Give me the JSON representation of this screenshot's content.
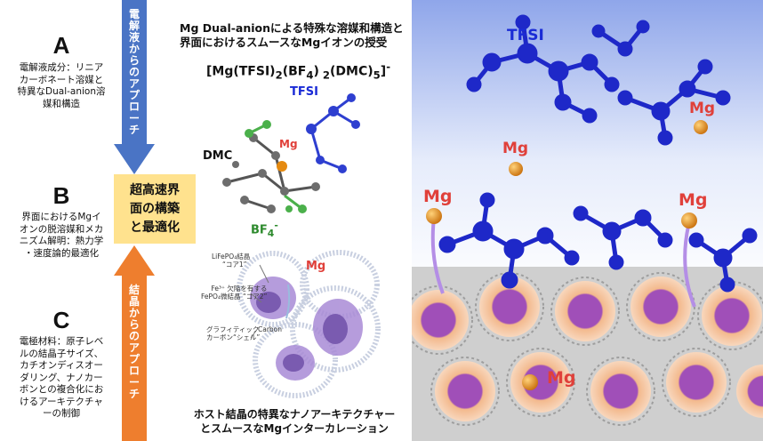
{
  "left": {
    "a": {
      "letter": "A",
      "lines": [
        "電解液成分：リニア",
        "カーボネート溶媒と",
        "特異なDual-anion溶",
        "媒和構造"
      ]
    },
    "b": {
      "letter": "B",
      "lines": [
        "界面におけるMgイ",
        "オンの脱溶媒和メカ",
        "ニズム解明：熱力学",
        "・速度論的最適化"
      ]
    },
    "c": {
      "letter": "C",
      "lines": [
        "電極材料：原子レベ",
        "ルの結晶子サイズ、",
        "カチオンディスオー",
        "ダリング、ナノカー",
        "ボンとの複合化にお",
        "けるアーキテクチャ",
        "ーの制御"
      ]
    }
  },
  "arrows": {
    "top": {
      "text": "電解液からのアプローチ",
      "color": "#4a74c5"
    },
    "bottom": {
      "text": "結晶からのアプローチ",
      "color": "#ee7e2e"
    }
  },
  "center_box": {
    "lines": [
      "超高速界",
      "面の構築",
      "と最適化"
    ],
    "color": "#ffe28e"
  },
  "top_title": {
    "line1": "Mg Dual-anionによる特殊な溶媒和構造と",
    "line2": "界面におけるスムースなMgイオンの授受"
  },
  "formula": {
    "p1": "[Mg(TFSI)",
    "s1": "2",
    "p2": "(BF",
    "s2": "4",
    "p3": ")",
    "s3": " 2",
    "p4": "(DMC)",
    "s4": "5",
    "p5": "]",
    "sup": "-"
  },
  "molecule": {
    "tfsi": "TFSI",
    "mg": "Mg",
    "dmc": "DMC",
    "bf4": "BF",
    "bf4_sub": "4",
    "bf4_sup": "-"
  },
  "crystal_labels": {
    "lfp1": "LiFePO₄結晶",
    "lfp2": "“コア1”",
    "fe1": "Fe³⁺ 欠陥を有する",
    "fe2": "FePO₄微結晶 “コア2”",
    "g1": "グラフィティック",
    "g2": "カーボン“シェル”",
    "carbon": "Carbon",
    "mg": "Mg"
  },
  "bottom_caption": {
    "line1": "ホスト結晶の特異なナノアーキテクチャー",
    "line2": "とスムースなMgインターカレーション"
  },
  "right": {
    "tfsi": "TFSI",
    "mg1": "Mg",
    "mg2": "Mg",
    "mg3": "Mg",
    "mg4": "Mg",
    "mg5": "Mg"
  },
  "colors": {
    "mg_label": "#e0403a",
    "tfsi_label": "#1a2bd6",
    "bf4_label": "#2d8a2d",
    "orange_sphere": "#e58a10",
    "blue_molecule": "#1e28c8"
  }
}
